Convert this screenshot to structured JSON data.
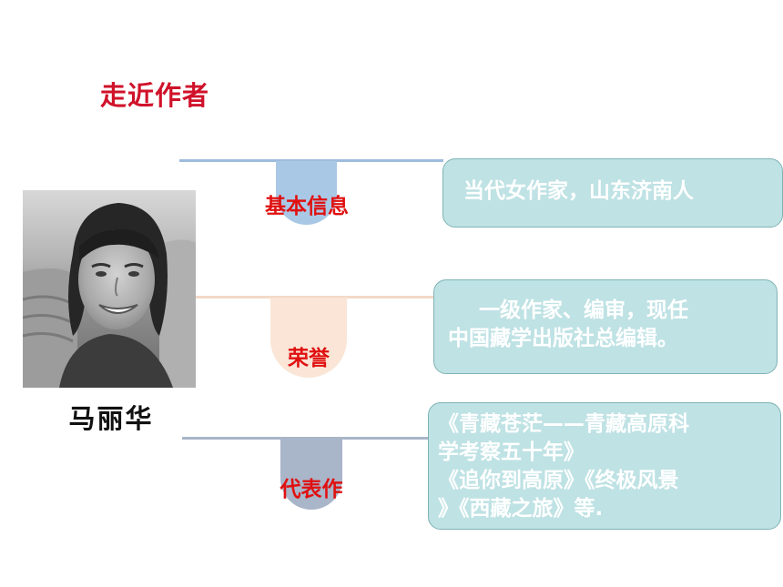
{
  "slide": {
    "title": "走近作者"
  },
  "author": {
    "name": "马丽华",
    "photo_icon": "author-portrait"
  },
  "sections": [
    {
      "label": "基本信息",
      "lines": [
        "当代女作家，山东济南人"
      ],
      "tab_color": "#a9c8e6",
      "line_color": "#9ebcdd"
    },
    {
      "label": "荣誉",
      "lines": [
        "一级作家、编审，现任",
        "中国藏学出版社总编辑。"
      ],
      "tab_color": "#fae5d6",
      "line_color": "#f4d9c8"
    },
    {
      "label": "代表作",
      "lines": [
        "《青藏苍茫——青藏高原科",
        "学考察五十年》",
        "《追你到高原》《终极风景",
        "》《西藏之旅》等."
      ],
      "tab_color": "#a9b5c8",
      "line_color": "#a9b5c8"
    }
  ],
  "colors": {
    "title": "#d0122a",
    "label": "#e01010",
    "box_fill": "#bfe2e4",
    "box_border": "#7fb3b6",
    "box_text": "#ffffff"
  }
}
